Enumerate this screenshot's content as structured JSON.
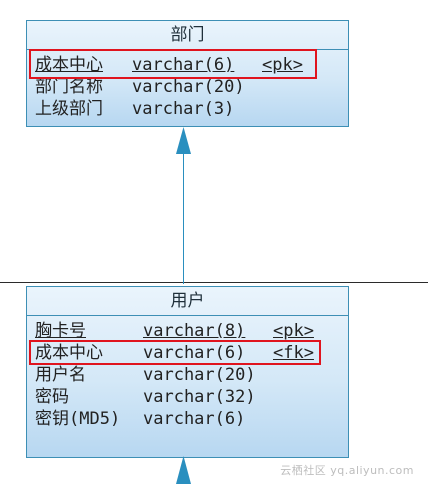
{
  "entities": [
    {
      "title": "部门",
      "attrs": [
        {
          "name": "成本中心",
          "type": "varchar(6)",
          "key": "<pk>"
        },
        {
          "name": "部门名称",
          "type": "varchar(20)",
          "key": ""
        },
        {
          "name": "上级部门",
          "type": "varchar(3)",
          "key": ""
        }
      ]
    },
    {
      "title": "用户",
      "attrs": [
        {
          "name": "胸卡号",
          "type": "varchar(8)",
          "key": "<pk>"
        },
        {
          "name": "成本中心",
          "type": "varchar(6)",
          "key": "<fk>"
        },
        {
          "name": "用户名",
          "type": "varchar(20)",
          "key": ""
        },
        {
          "name": "密码",
          "type": "varchar(32)",
          "key": ""
        },
        {
          "name": "密钥(MD5)",
          "type": "varchar(6)",
          "key": ""
        }
      ]
    }
  ],
  "colors": {
    "entity_border": "#3d8fb5",
    "highlight": "#e0141e",
    "connector": "#2a8fbf"
  },
  "watermark": "云栖社区 yq.aliyun.com"
}
